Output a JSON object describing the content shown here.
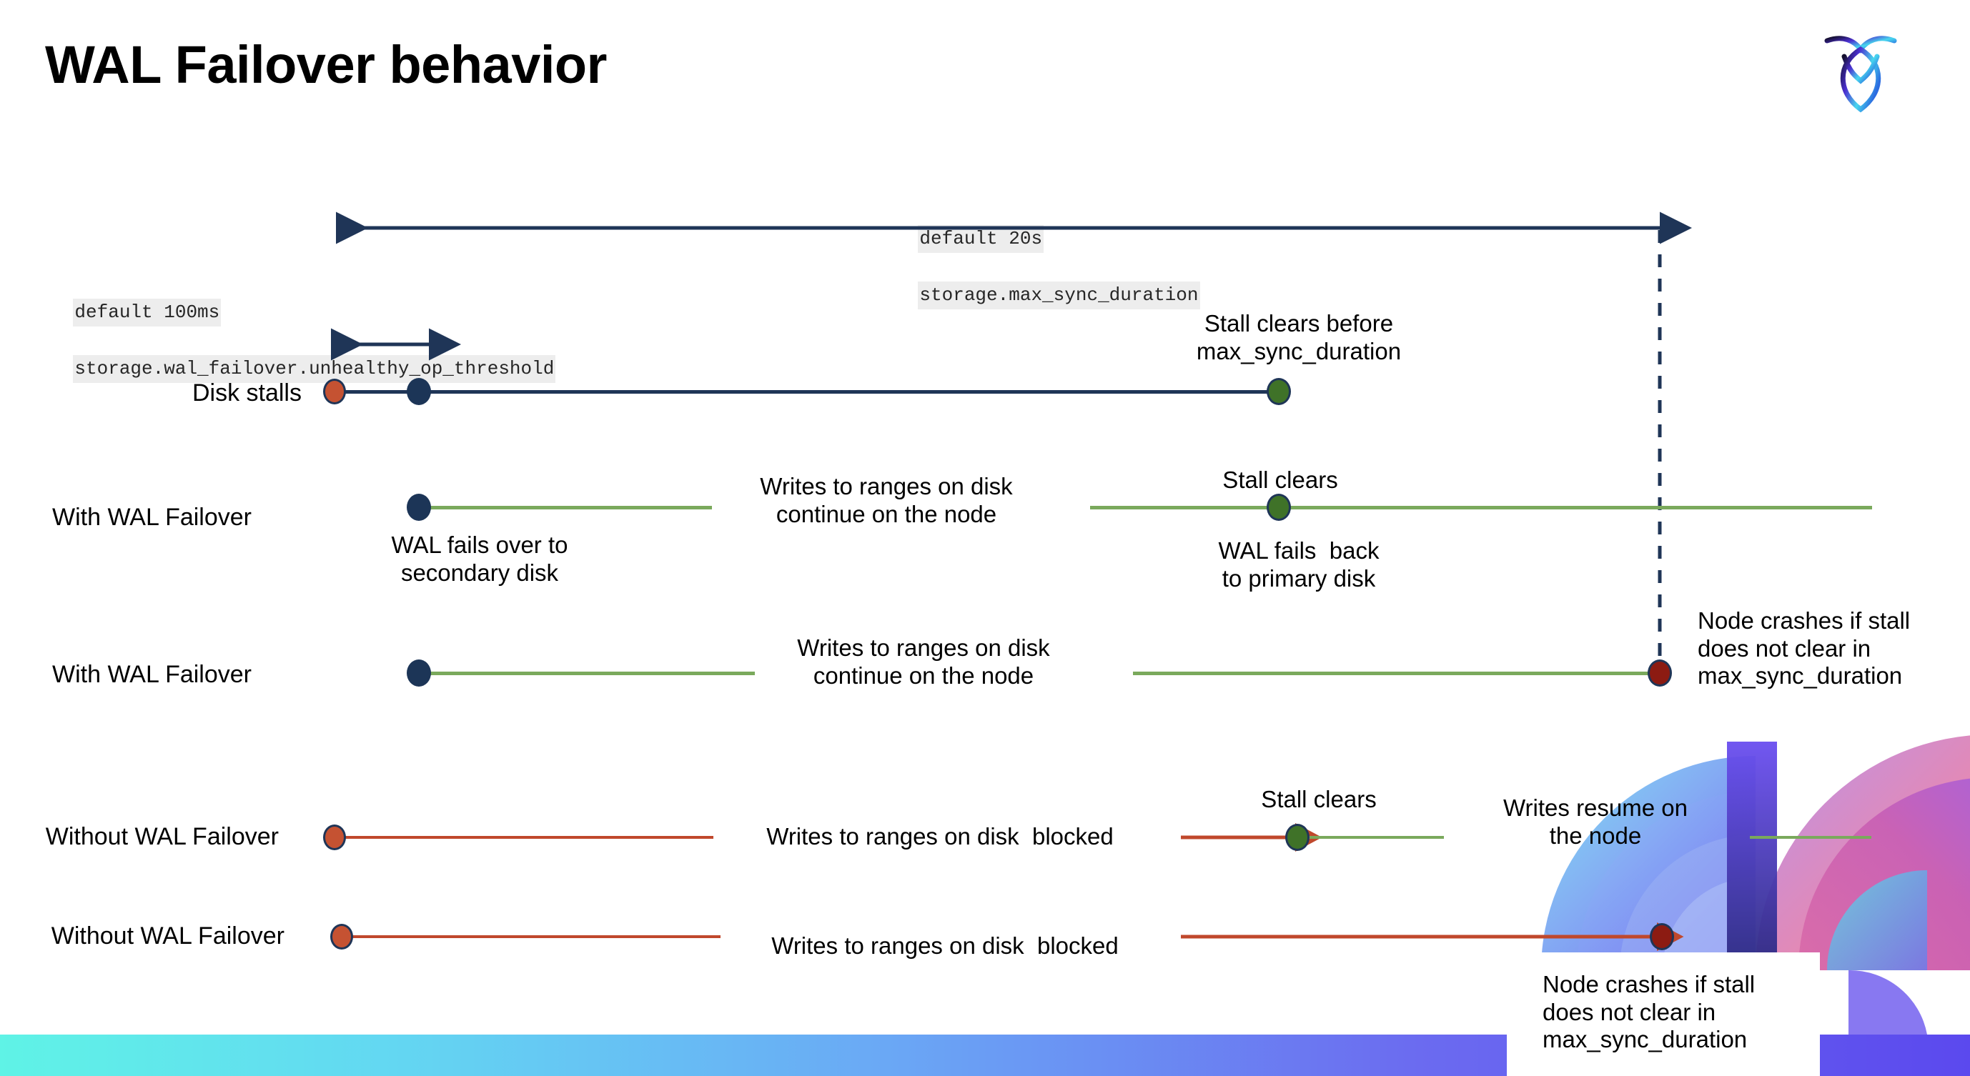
{
  "slide": {
    "title": "WAL Failover behavior",
    "logo_name": "cockroachdb-logo"
  },
  "settings": {
    "max_sync_duration": {
      "default_line": "default 20s",
      "name_line": "storage.max_sync_duration"
    },
    "unhealthy_op_threshold": {
      "default_line": "default 100ms",
      "name_line": "storage.wal_failover.unhealthy_op_threshold"
    }
  },
  "colors": {
    "navy": "#1f3557",
    "green_line": "#7aa95c",
    "green_dot": "#3f7228",
    "orange": "#c55232",
    "red_line": "#c0482c",
    "dark_red_dot": "#8c1b12",
    "code_bg": "#ededed",
    "strip_gradient_start": "#5ff3e6",
    "strip_gradient_end": "#5b49ee"
  },
  "rows": [
    {
      "id": "disk-stalls",
      "label": "Disk stalls",
      "annotations": [
        {
          "id": "stall-clears-before",
          "text": "Stall clears before\nmax_sync_duration"
        }
      ]
    },
    {
      "id": "with-wal-failover-1",
      "label": "With WAL Failover",
      "annotations": [
        {
          "id": "wal-fails-over",
          "text": "WAL fails over to\nsecondary disk"
        },
        {
          "id": "writes-continue-1",
          "text": "Writes to ranges on disk\ncontinue on the node"
        },
        {
          "id": "stall-clears-1",
          "text": "Stall clears"
        },
        {
          "id": "wal-fails-back",
          "text": "WAL fails  back\nto primary disk"
        }
      ]
    },
    {
      "id": "with-wal-failover-2",
      "label": "With WAL Failover",
      "annotations": [
        {
          "id": "writes-continue-2",
          "text": "Writes to ranges on disk\ncontinue on the node"
        },
        {
          "id": "node-crashes-1",
          "text": "Node crashes if stall\ndoes not clear in\nmax_sync_duration"
        }
      ]
    },
    {
      "id": "without-wal-failover-1",
      "label": "Without WAL Failover",
      "annotations": [
        {
          "id": "writes-blocked-1",
          "text": "Writes to ranges on disk  blocked"
        },
        {
          "id": "stall-clears-2",
          "text": "Stall clears"
        },
        {
          "id": "writes-resume",
          "text": "Writes resume on\nthe node"
        }
      ]
    },
    {
      "id": "without-wal-failover-2",
      "label": "Without WAL Failover",
      "annotations": [
        {
          "id": "writes-blocked-2",
          "text": "Writes to ranges on disk  blocked"
        },
        {
          "id": "node-crashes-2",
          "text": "Node crashes if stall\ndoes not clear in\nmax_sync_duration"
        }
      ]
    }
  ]
}
